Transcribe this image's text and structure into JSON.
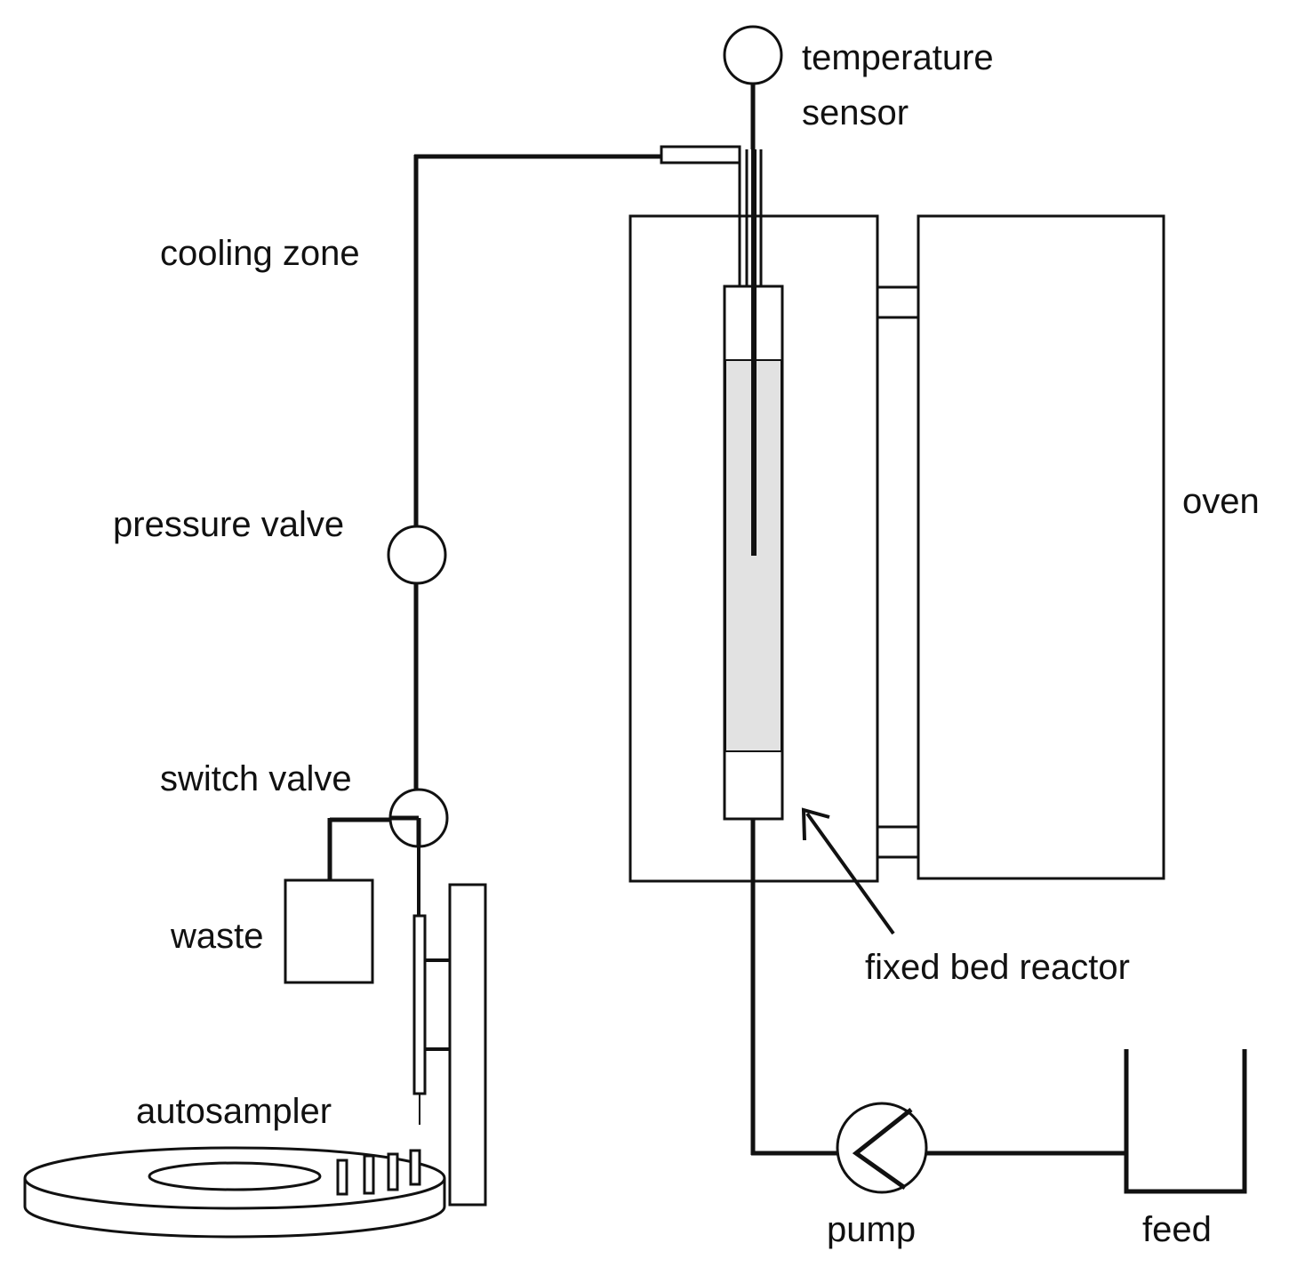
{
  "labels": {
    "temperature_sensor_line1": "temperature",
    "temperature_sensor_line2": "sensor",
    "cooling_zone": "cooling zone",
    "pressure_valve": "pressure valve",
    "switch_valve": "switch valve",
    "waste": "waste",
    "autosampler": "autosampler",
    "oven": "oven",
    "fixed_bed_reactor": "fixed bed reactor",
    "pump": "pump",
    "feed": "feed"
  },
  "colors": {
    "line": "#111111",
    "catalyst_bed": "#e2e2e2",
    "background": "#ffffff"
  }
}
